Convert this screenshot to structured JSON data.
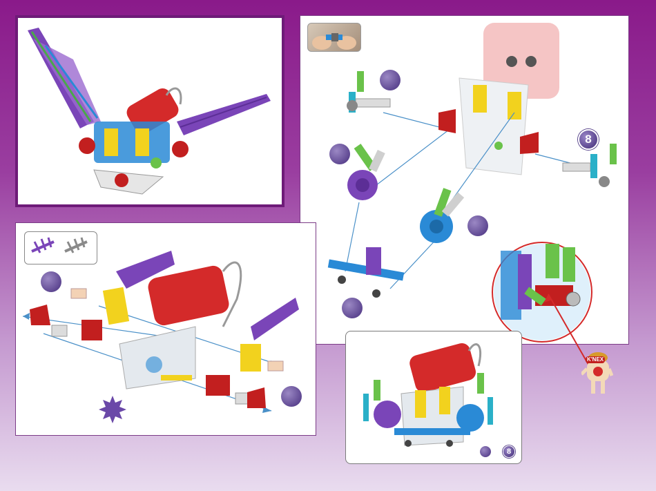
{
  "steps": {
    "main_step_number": "8",
    "thumbnail_step_number": "8"
  },
  "mascot": {
    "logo_text": "K'NEX"
  },
  "colors": {
    "frame_purple": "#6e1b78",
    "step_circle": "#5b448f",
    "motor_red": "#d42a2a",
    "piece_purple": "#7a45b8",
    "piece_blue": "#2a8ad6",
    "piece_green": "#6ac24a",
    "piece_yellow": "#f2d21e",
    "piece_red": "#c21f1f",
    "guide_line": "#4a90c8"
  },
  "icons": {
    "legend": [
      "purple-connector-icon",
      "gray-connector-icon"
    ],
    "hint": "hand-connecting-pieces-icon",
    "starburst": "purple-starburst-icon"
  }
}
